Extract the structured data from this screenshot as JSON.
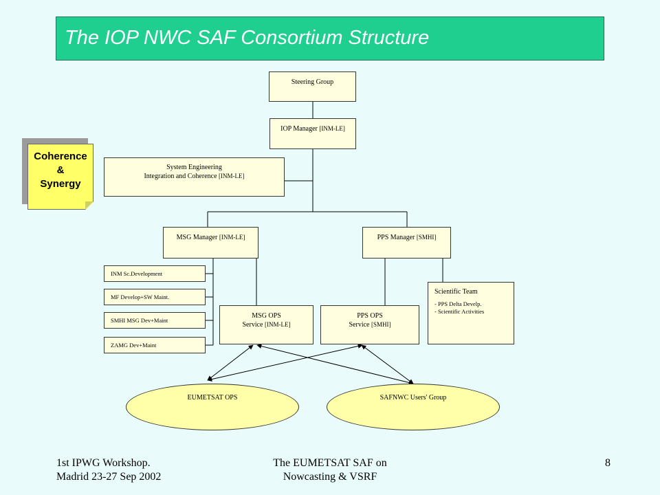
{
  "title": "The IOP NWC SAF Consortium Structure",
  "note": {
    "line1": "Coherence",
    "line2": "&",
    "line3": "Synergy"
  },
  "boxes": {
    "steering": "Steering Group",
    "iop": {
      "main": "IOP Manager",
      "org": "[INM-LE]"
    },
    "syseng": {
      "line1": "System Engineering",
      "line2": "Integration and Coherence",
      "org": "[INM-LE]"
    },
    "msg_manager": {
      "main": "MSG Manager",
      "org": "[INM-LE]"
    },
    "pps_manager": {
      "main": "PPS Manager",
      "org": "[SMHI]"
    },
    "inm_dev": "INM Sc.Development",
    "mf_dev": "MF Develop+SW Maint.",
    "smhi_dev": "SMHI MSG Dev+Maint",
    "zamg_dev": "ZAMG Dev+Maint",
    "msg_ops": {
      "line1": "MSG OPS",
      "line2": "Service",
      "org": "[INM-LE]"
    },
    "pps_ops": {
      "line1": "PPS OPS",
      "line2": "Service",
      "org": "[SMHI]"
    },
    "sci_team": {
      "title": "Scientific Team",
      "item1": "- PPS Delta Develp.",
      "item2": "- Scientific Activities"
    }
  },
  "ellipses": {
    "eumetsat": "EUMETSAT OPS",
    "users": "SAFNWC Users' Group"
  },
  "footer": {
    "left_line1": "1st IPWG Workshop.",
    "left_line2": "Madrid 23-27 Sep 2002",
    "center_line1": "The EUMETSAT SAF on",
    "center_line2": "Nowcasting & VSRF",
    "page": "8"
  }
}
